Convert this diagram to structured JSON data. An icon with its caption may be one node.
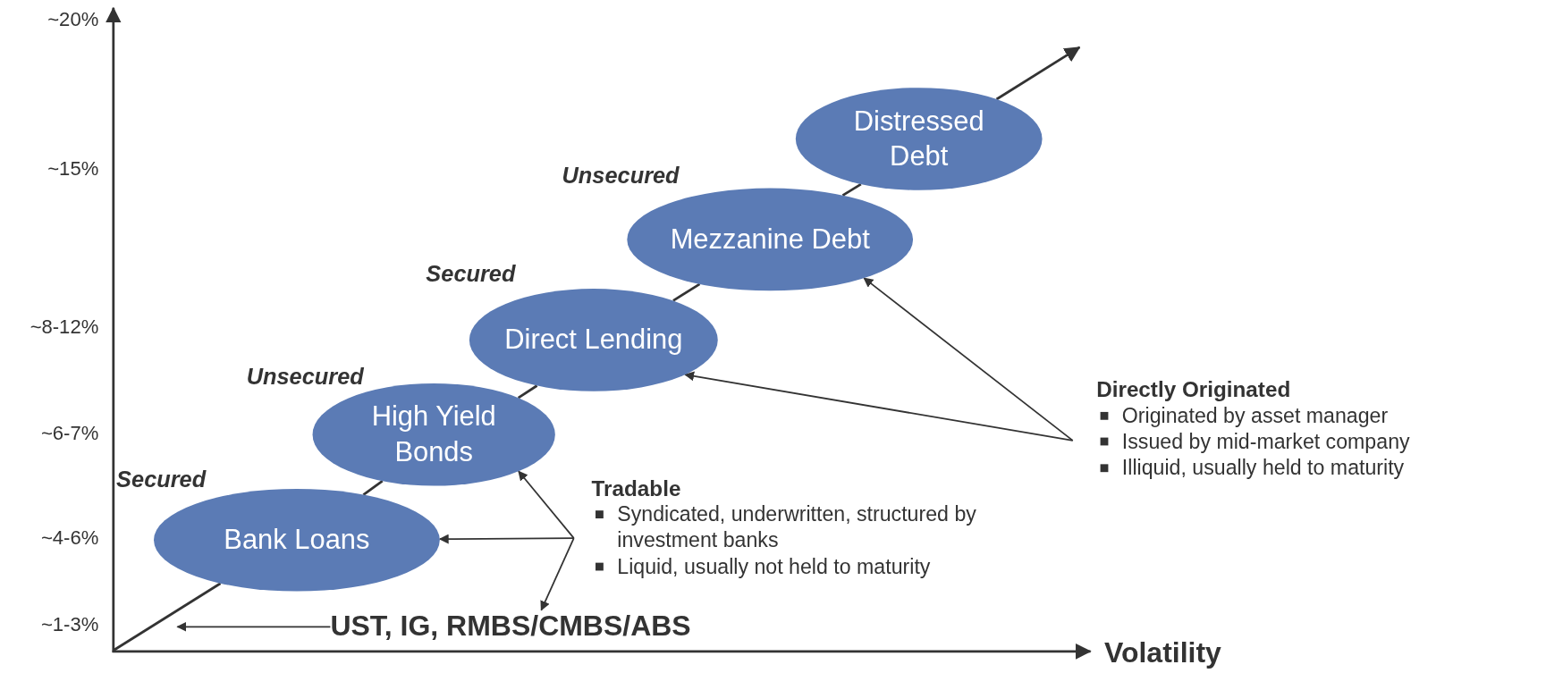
{
  "diagram": {
    "nodes": [
      {
        "text": [
          "Bank Loans"
        ]
      },
      {
        "text": [
          "High Yield Bonds"
        ]
      },
      {
        "text": [
          "Direct Lending"
        ]
      },
      {
        "text": [
          "Mezzanine Debt"
        ]
      },
      {
        "text": [
          "Distressed Debt"
        ]
      },
      {
        "text": [
          "Tradable",
          "Syndicated, underwritten, structured by investment banks",
          "Liquid, usually not held to maturity"
        ]
      },
      {
        "text": [
          "Directly Originated",
          "Originated by asset manager",
          "Issued by mid-market company",
          "Illiquid, usually held to maturity"
        ]
      },
      {
        "text": [
          "UST, IG, RMBS/CMBS/ABS"
        ]
      }
    ],
    "edges": [
      {
        "from": null,
        "to": 0,
        "arrow": "none"
      },
      {
        "from": 0,
        "to": 1,
        "arrow": "none"
      },
      {
        "from": 1,
        "to": 2,
        "arrow": "none"
      },
      {
        "from": 2,
        "to": 3,
        "arrow": "none"
      },
      {
        "from": 3,
        "to": 4,
        "arrow": "none"
      },
      {
        "from": 4,
        "to": null,
        "arrow": "to"
      },
      {
        "from": 5,
        "to": 0,
        "arrow": "to"
      },
      {
        "from": 5,
        "to": 1,
        "arrow": "to"
      },
      {
        "from": 5,
        "to": 7,
        "arrow": "to"
      },
      {
        "from": 6,
        "to": 2,
        "arrow": "to"
      },
      {
        "from": 6,
        "to": 3,
        "arrow": "to"
      },
      {
        "from": 7,
        "to": null,
        "arrow": "to"
      }
    ],
    "labels": [
      "~20%",
      "~15%",
      "~8-12%",
      "~6-7%",
      "~4-6%",
      "~1-3%",
      "Volatility",
      "Secured",
      "Unsecured",
      "Secured",
      "Unsecured"
    ]
  }
}
